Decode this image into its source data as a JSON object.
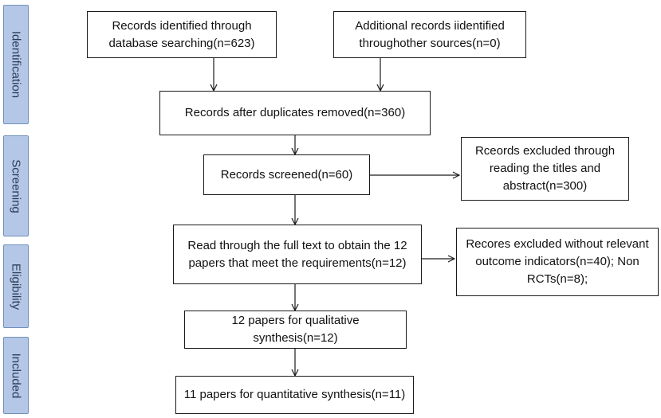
{
  "stages": {
    "identification": "Identification",
    "screening": "Screening",
    "eligibility": "Eligibility",
    "included": "Included"
  },
  "boxes": {
    "database_records": "Records identified through database searching(n=623)",
    "other_sources": "Additional records iidentified throughother sources(n=0)",
    "after_duplicates": "Records after duplicates removed(n=360)",
    "screened": "Records screened(n=60)",
    "excluded_titles": "Rceords excluded through reading the titles and abstract(n=300)",
    "full_text": "Read through the full text to obtain the 12 papers that meet the requirements(n=12)",
    "excluded_fulltext": "Recores excluded without relevant outcome indicators(n=40); Non RCTs(n=8);",
    "qualitative": "12 papers for qualitative synthesis(n=12)",
    "quantitative": "11 papers for quantitative synthesis(n=11)"
  },
  "colors": {
    "stage_fill": "#b4c7e7",
    "stage_border": "#6f8fb8",
    "line": "#1a1a1a"
  }
}
